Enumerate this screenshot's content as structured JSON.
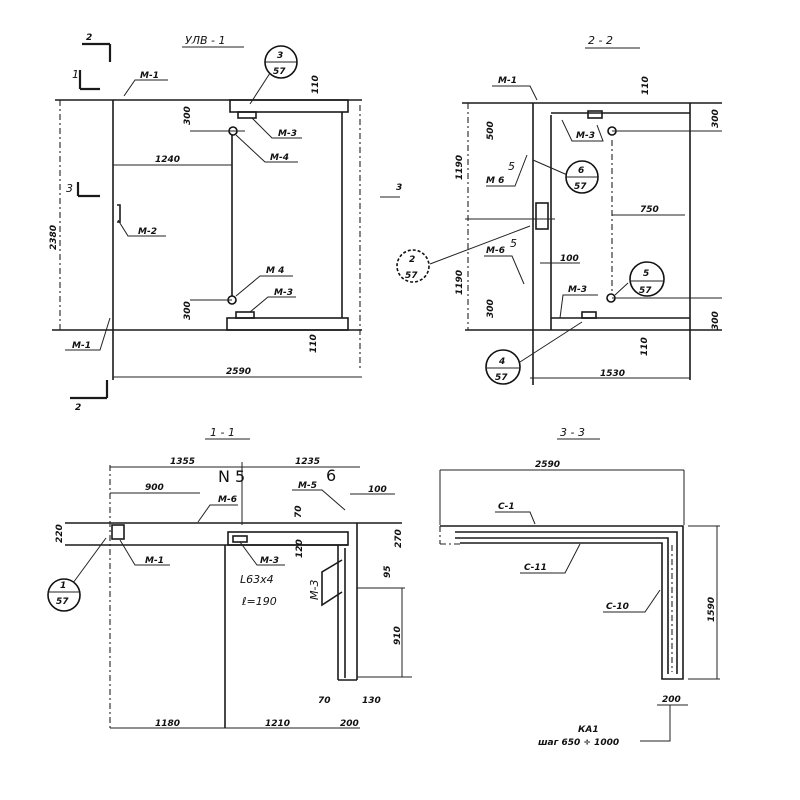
{
  "views": {
    "ulv1": {
      "title": "УЛВ - 1",
      "sec2_top": "2",
      "sec1": "1",
      "sec3": "3",
      "sec2_bottom": "2",
      "m1_top": "М-1",
      "m1_bottom": "М-1",
      "m2": "М-2",
      "m3_top": "М-3",
      "m4_top": "М-4",
      "m4_bottom": "М 4",
      "m3_bottom": "М-3",
      "dim_2380": "2380",
      "dim_1240": "1240",
      "dim_2590": "2590",
      "dim_110_top": "110",
      "dim_110_bottom": "110",
      "dim_300_top": "300",
      "dim_300_bottom": "300",
      "callout": {
        "num": "3",
        "sheet": "57"
      }
    },
    "s22": {
      "title": "2 - 2",
      "sec3": "3",
      "m1": "М-1",
      "m3_top": "М-3",
      "m6_top": "М 6",
      "m6_bottom": "М-6",
      "m3_bottom": "М-3",
      "hand5_top": "5",
      "hand5_bottom": "5",
      "dim_1190_top": "1190",
      "dim_1190_bottom": "1190",
      "dim_500": "500",
      "dim_300": "300",
      "dim_110_top": "110",
      "dim_110_bottom": "110",
      "dim_300_r1": "300",
      "dim_300_r2": "300",
      "dim_750": "750",
      "dim_100": "100",
      "dim_1530": "1530",
      "callout6": {
        "num": "6",
        "sheet": "57"
      },
      "callout2": {
        "num": "2",
        "sheet": "57"
      },
      "callout5": {
        "num": "5",
        "sheet": "57"
      },
      "callout4": {
        "num": "4",
        "sheet": "57"
      }
    },
    "s11": {
      "title": "1 - 1",
      "dim_1355": "1355",
      "dim_1235": "1235",
      "dim_900": "900",
      "dim_100": "100",
      "dim_70_top": "70",
      "dim_220": "220",
      "dim_270": "270",
      "dim_120": "120",
      "dim_910": "910",
      "dim_70": "70",
      "dim_130": "130",
      "dim_1180": "1180",
      "dim_1210": "1210",
      "dim_200": "200",
      "dim_side": "95",
      "m6": "М-6",
      "m5": "М-5",
      "m1": "М-1",
      "m3": "М-3",
      "m3_vert": "М-3",
      "hand_n5": "N 5",
      "hand_6": "6",
      "angle": "L63x4",
      "length": "ℓ=190",
      "callout": {
        "num": "1",
        "sheet": "57"
      }
    },
    "s33": {
      "title": "3 - 3",
      "dim_2590": "2590",
      "dim_1590": "1590",
      "dim_200": "200",
      "c1": "С-1",
      "c11": "С-11",
      "c10": "С-10",
      "ka": "КА1",
      "step": "шаг 650 ÷ 1000"
    }
  }
}
